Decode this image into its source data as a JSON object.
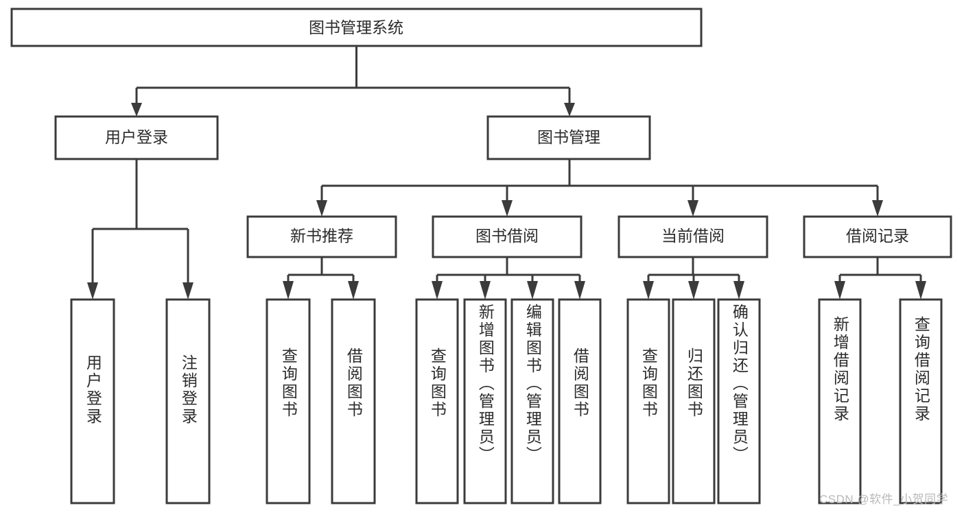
{
  "diagram": {
    "title": "图书管理系统",
    "type": "tree",
    "orientation": "top-down",
    "watermark": "CSDN @软件_小贺同学",
    "colors": {
      "background": "#ffffff",
      "box_fill": "#ffffff",
      "box_stroke": "#3b3b3b",
      "edge": "#3b3b3b",
      "text": "#2b2b2b",
      "watermark": "#b9b9b9"
    },
    "levels": {
      "level0": [
        "图书管理系统"
      ],
      "level1": [
        "用户登录",
        "图书管理"
      ],
      "level2": [
        "新书推荐",
        "图书借阅",
        "当前借阅",
        "借阅记录"
      ],
      "level3": [
        "用户登录",
        "注销登录",
        "查询图书",
        "借阅图书",
        "查询图书",
        "新增图书（管理员）",
        "编辑图书（管理员）",
        "借阅图书",
        "查询图书",
        "归还图书",
        "确认归还（管理员）",
        "新增借阅记录",
        "查询借阅记录"
      ]
    },
    "nodes": {
      "root": {
        "label": "图书管理系统"
      },
      "user_login": {
        "label": "用户登录"
      },
      "book_manage": {
        "label": "图书管理"
      },
      "new_book_rec": {
        "label": "新书推荐"
      },
      "book_borrow": {
        "label": "图书借阅"
      },
      "current_borrow": {
        "label": "当前借阅"
      },
      "borrow_record": {
        "label": "借阅记录"
      },
      "leaf_user_login": {
        "label": "用户登录"
      },
      "leaf_logout": {
        "label": "注销登录"
      },
      "leaf_query_book_1": {
        "label": "查询图书"
      },
      "leaf_borrow_book_1": {
        "label": "借阅图书"
      },
      "leaf_query_book_2": {
        "label": "查询图书"
      },
      "leaf_add_book_admin": {
        "label": "新增图书（管理员）"
      },
      "leaf_edit_book_admin": {
        "label": "编辑图书（管理员）"
      },
      "leaf_borrow_book_2": {
        "label": "借阅图书"
      },
      "leaf_query_book_3": {
        "label": "查询图书"
      },
      "leaf_return_book": {
        "label": "归还图书"
      },
      "leaf_confirm_return_admin": {
        "label": "确认归还（管理员）"
      },
      "leaf_add_borrow_record": {
        "label": "新增借阅记录"
      },
      "leaf_query_borrow_record": {
        "label": "查询借阅记录"
      }
    },
    "edges": [
      {
        "from": "root",
        "to": "user_login"
      },
      {
        "from": "root",
        "to": "book_manage"
      },
      {
        "from": "user_login",
        "to": "leaf_user_login"
      },
      {
        "from": "user_login",
        "to": "leaf_logout"
      },
      {
        "from": "book_manage",
        "to": "new_book_rec"
      },
      {
        "from": "book_manage",
        "to": "book_borrow"
      },
      {
        "from": "book_manage",
        "to": "current_borrow"
      },
      {
        "from": "book_manage",
        "to": "borrow_record"
      },
      {
        "from": "new_book_rec",
        "to": "leaf_query_book_1"
      },
      {
        "from": "new_book_rec",
        "to": "leaf_borrow_book_1"
      },
      {
        "from": "book_borrow",
        "to": "leaf_query_book_2"
      },
      {
        "from": "book_borrow",
        "to": "leaf_add_book_admin"
      },
      {
        "from": "book_borrow",
        "to": "leaf_edit_book_admin"
      },
      {
        "from": "book_borrow",
        "to": "leaf_borrow_book_2"
      },
      {
        "from": "current_borrow",
        "to": "leaf_query_book_3"
      },
      {
        "from": "current_borrow",
        "to": "leaf_return_book"
      },
      {
        "from": "current_borrow",
        "to": "leaf_confirm_return_admin"
      },
      {
        "from": "borrow_record",
        "to": "leaf_add_borrow_record"
      },
      {
        "from": "borrow_record",
        "to": "leaf_query_borrow_record"
      }
    ]
  }
}
